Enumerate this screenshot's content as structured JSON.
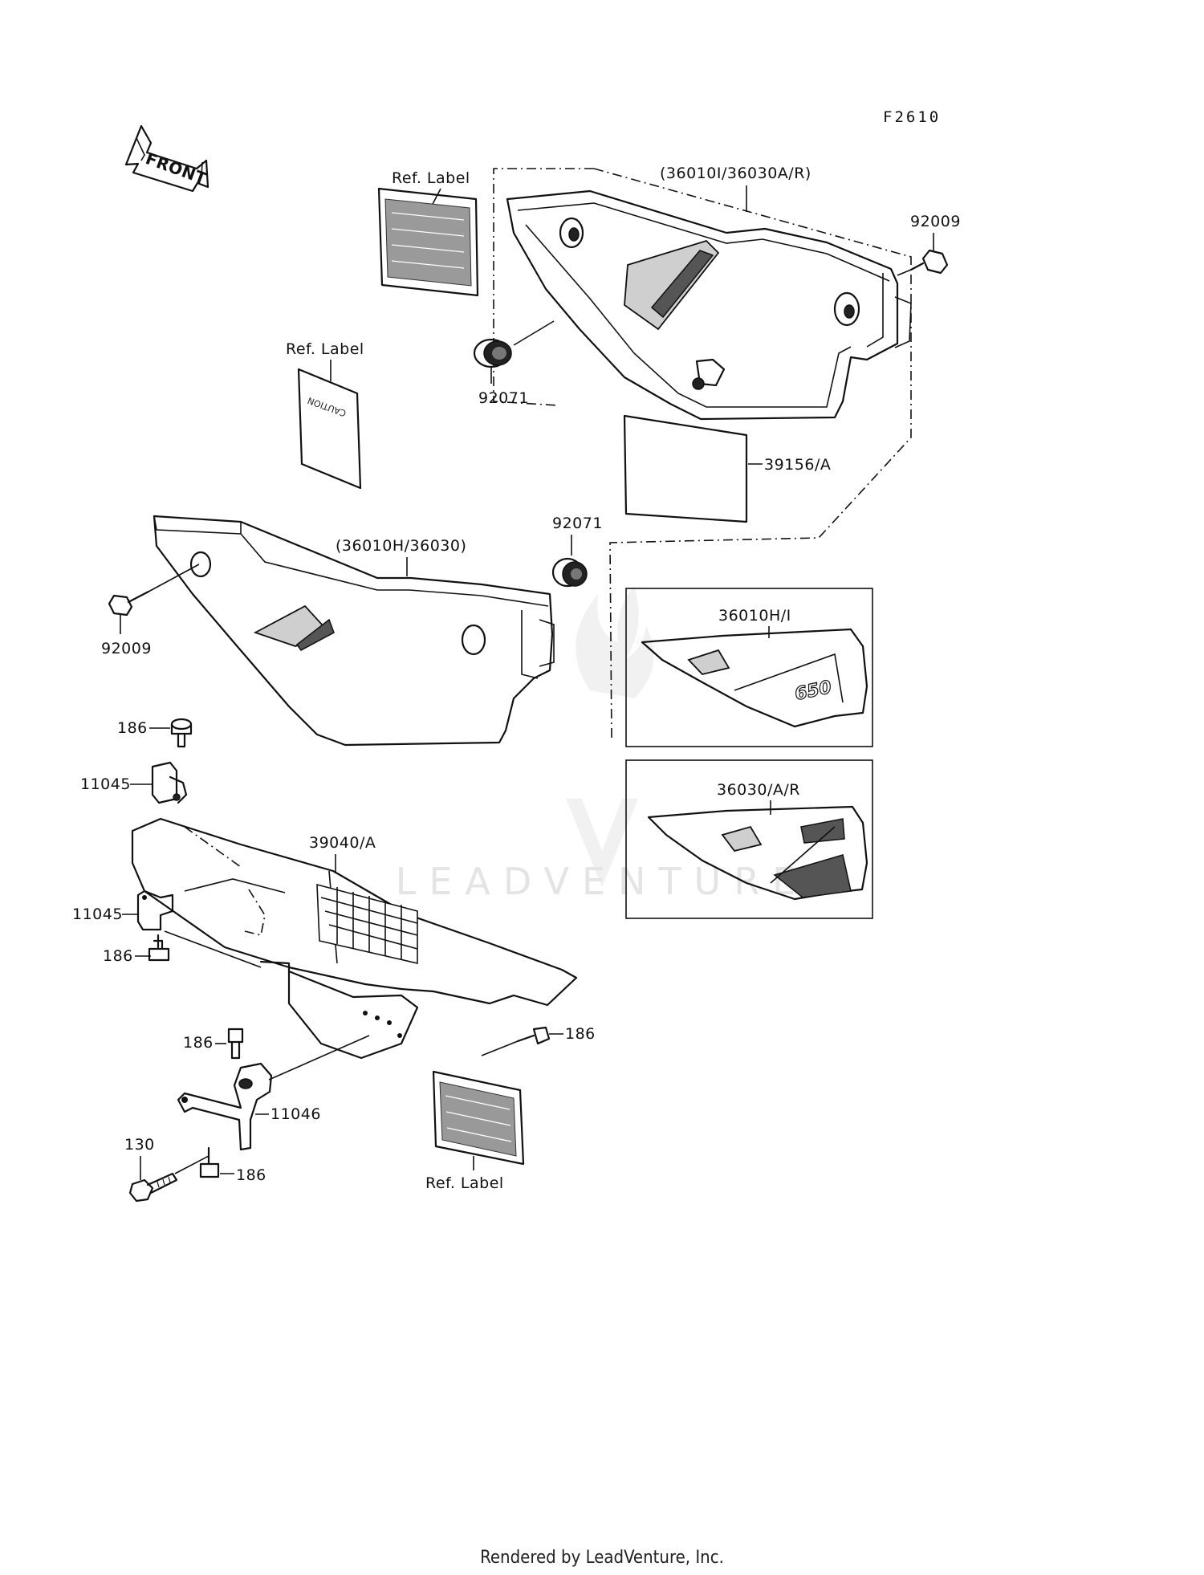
{
  "figure_code": "F2610",
  "front_arrow_label": "FRONT",
  "watermark": "LEADVENTURE",
  "footer": "Rendered by LeadVenture, Inc.",
  "callouts": {
    "ref_label_top": "Ref. Label",
    "ref_label_mid": "Ref. Label",
    "ref_label_bottom": "Ref. Label",
    "caution_text": "CAUTION",
    "right_cover_group": "(36010I/36030A/R)",
    "bolt_top_right": "92009",
    "grommet_top": "92071",
    "pad_39156": "39156/A",
    "left_cover_group": "(36010H/36030)",
    "grommet_mid": "92071",
    "bolt_left": "92009",
    "inset_top": "36010H/I",
    "inset_top_logo": "650",
    "inset_bottom": "36030/A/R",
    "bolt_186_a": "186",
    "bracket_11045_a": "11045",
    "chain_cover": "39040/A",
    "bracket_11045_b": "11045",
    "bolt_186_b": "186",
    "bolt_186_c": "186",
    "bolt_186_d": "186",
    "bracket_11046": "11046",
    "bolt_130": "130",
    "bolt_186_e": "186"
  }
}
